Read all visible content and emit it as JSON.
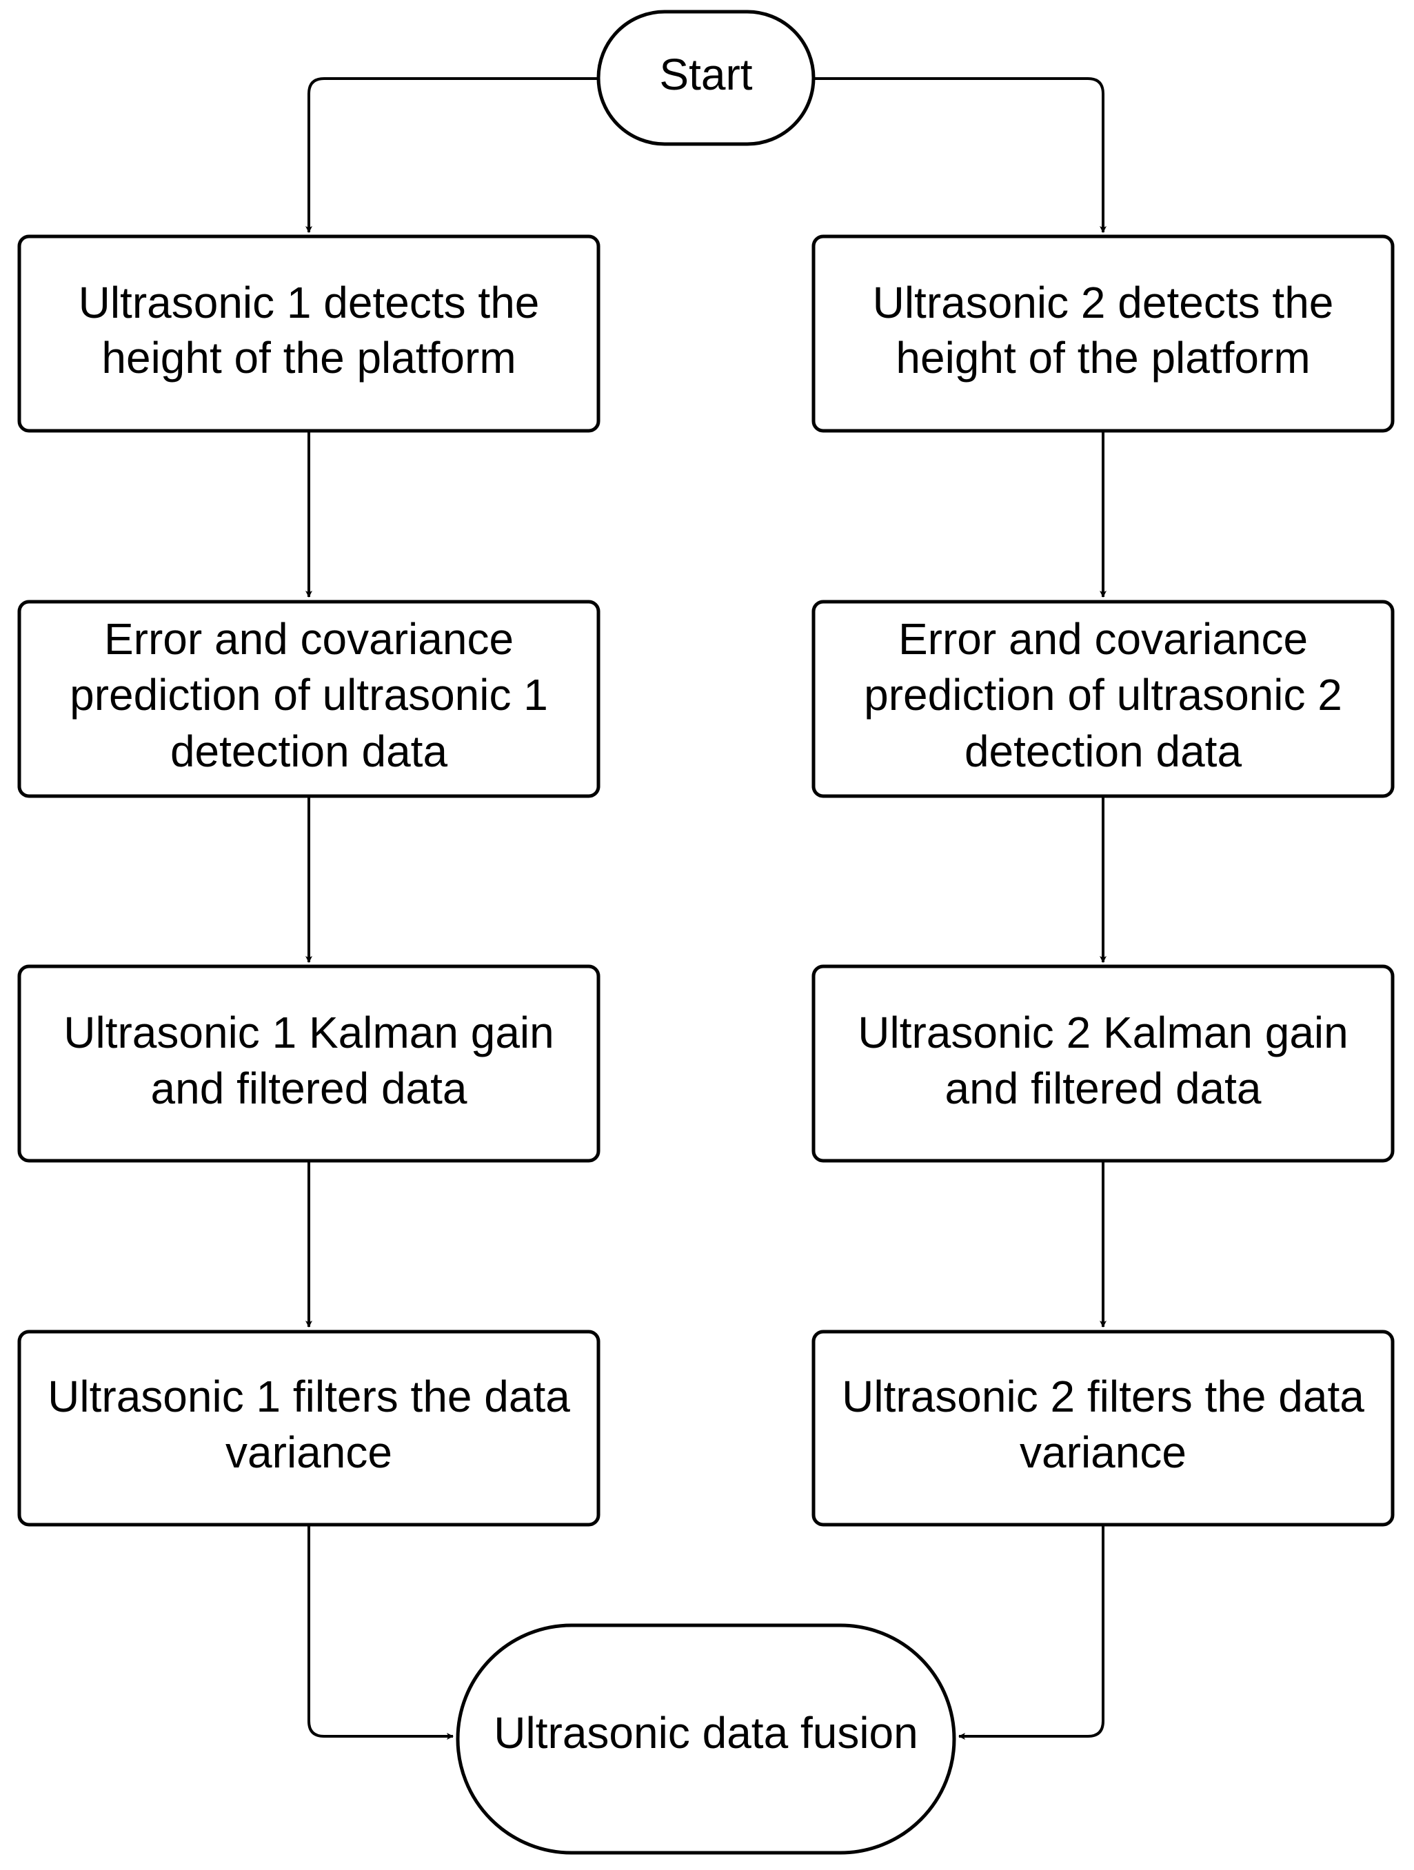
{
  "colors": {
    "background": "#ffffff",
    "stroke": "#000000",
    "text": "#000000"
  },
  "nodes": {
    "start": {
      "lines": [
        "Start"
      ]
    },
    "left_detect": {
      "lines": [
        "Ultrasonic 1 detects the",
        "height of the platform"
      ]
    },
    "right_detect": {
      "lines": [
        "Ultrasonic 2 detects the",
        "height of the platform"
      ]
    },
    "left_predict": {
      "lines": [
        "Error and covariance",
        "prediction of ultrasonic 1",
        "detection data"
      ]
    },
    "right_predict": {
      "lines": [
        "Error and covariance",
        "prediction of ultrasonic 2",
        "detection data"
      ]
    },
    "left_kalman": {
      "lines": [
        "Ultrasonic 1 Kalman gain",
        "and filtered data"
      ]
    },
    "right_kalman": {
      "lines": [
        "Ultrasonic 2 Kalman gain",
        "and filtered data"
      ]
    },
    "left_variance": {
      "lines": [
        "Ultrasonic 1 filters the data",
        "variance"
      ]
    },
    "right_variance": {
      "lines": [
        "Ultrasonic 2 filters the data",
        "variance"
      ]
    },
    "fusion": {
      "lines": [
        "Ultrasonic data fusion"
      ]
    }
  }
}
